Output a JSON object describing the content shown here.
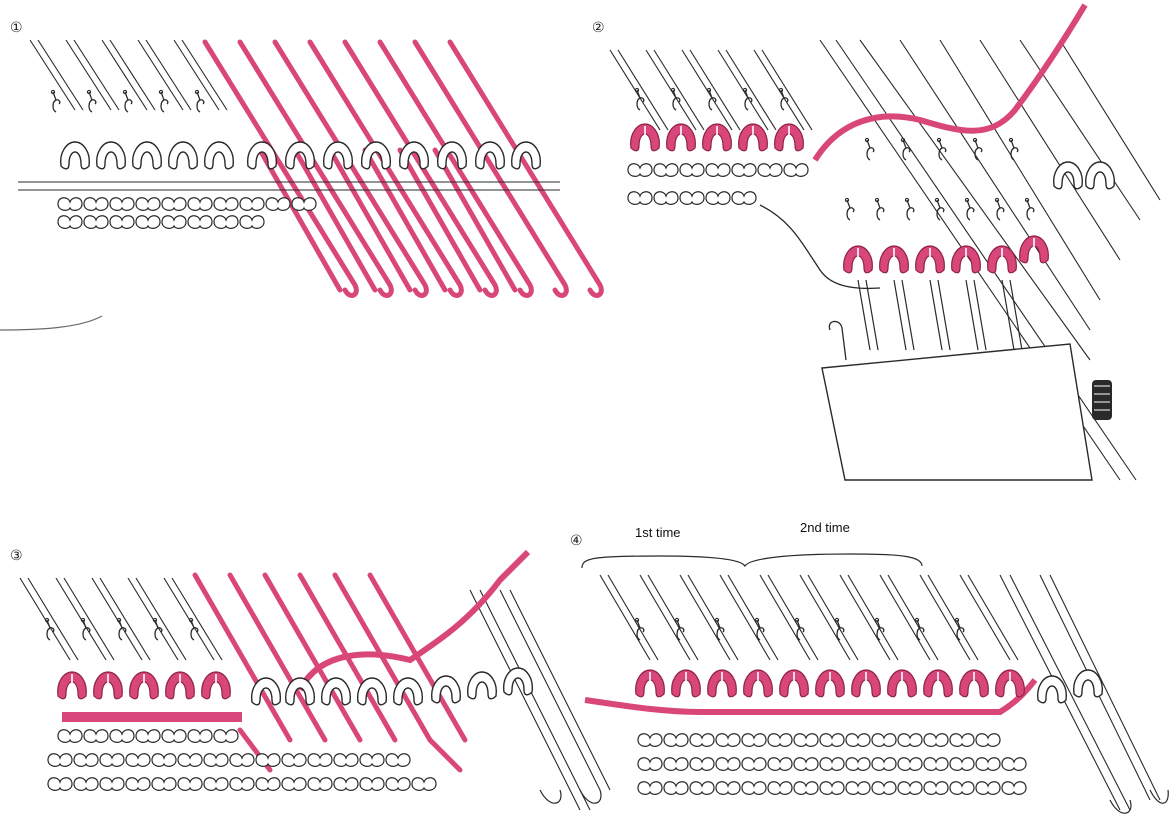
{
  "colors": {
    "yarn_pink": "#d9477a",
    "yarn_pink_dark": "#b8315f",
    "ink": "#2a2a2a",
    "paper": "#ffffff"
  },
  "panels": [
    {
      "step": "①",
      "label": ""
    },
    {
      "step": "②",
      "label": ""
    },
    {
      "step": "③",
      "label": ""
    },
    {
      "step": "④",
      "label": ""
    }
  ],
  "braces": {
    "first": "1st time",
    "second": "2nd time"
  }
}
